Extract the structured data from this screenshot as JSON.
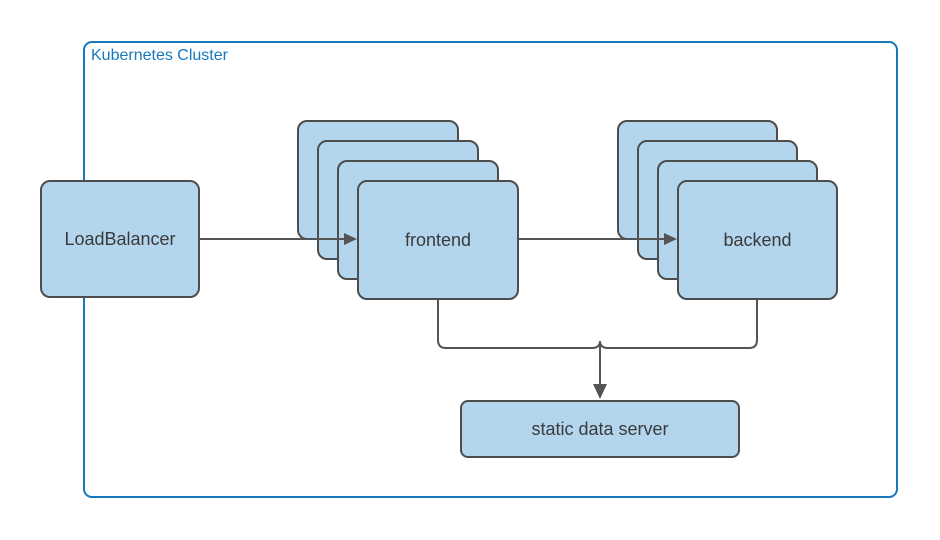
{
  "diagram": {
    "type": "architecture-diagram",
    "cluster": {
      "label": "Kubernetes Cluster"
    },
    "nodes": {
      "load_balancer": {
        "label": "LoadBalancer"
      },
      "frontend": {
        "label": "frontend",
        "replica_cards_visible": 4
      },
      "backend": {
        "label": "backend",
        "replica_cards_visible": 4
      },
      "static_data_server": {
        "label": "static data server"
      }
    },
    "edges": [
      {
        "from": "LoadBalancer",
        "to": "frontend",
        "arrow": true
      },
      {
        "from": "frontend",
        "to": "backend",
        "arrow": true
      },
      {
        "from": "frontend",
        "to": "static data server",
        "arrow": true
      },
      {
        "from": "backend",
        "to": "static data server",
        "arrow": true
      }
    ],
    "colors": {
      "cluster_border": "#1778BC",
      "node_fill": "#B3D6EE",
      "node_border": "#4D4D4D",
      "edge_color": "#545454",
      "text_color": "#3A3A3A",
      "bg": "#FFFFFF"
    }
  }
}
